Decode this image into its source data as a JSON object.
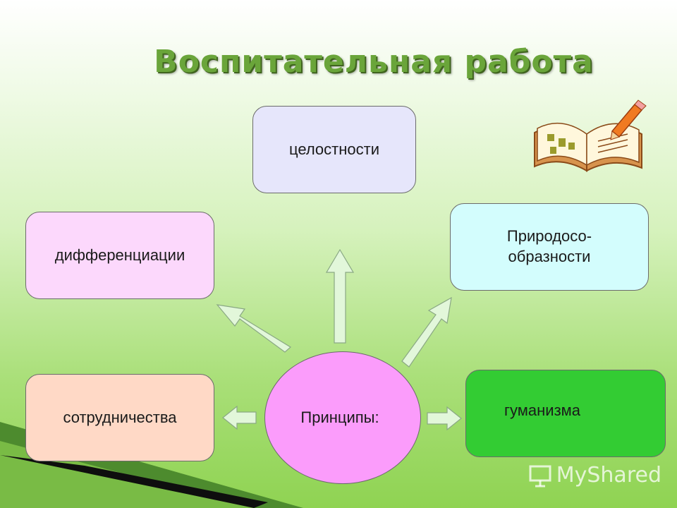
{
  "title": "Воспитательная работа",
  "center": "Принципы:",
  "boxes": {
    "top": "целостности",
    "left": "дифференциации",
    "right": "Природосо-\nобразности",
    "bottom_left": "сотрудничества",
    "bottom_right": "гуманизма"
  },
  "icons": {
    "book": "open-book-with-pencil-icon"
  },
  "watermark": "MyShared"
}
